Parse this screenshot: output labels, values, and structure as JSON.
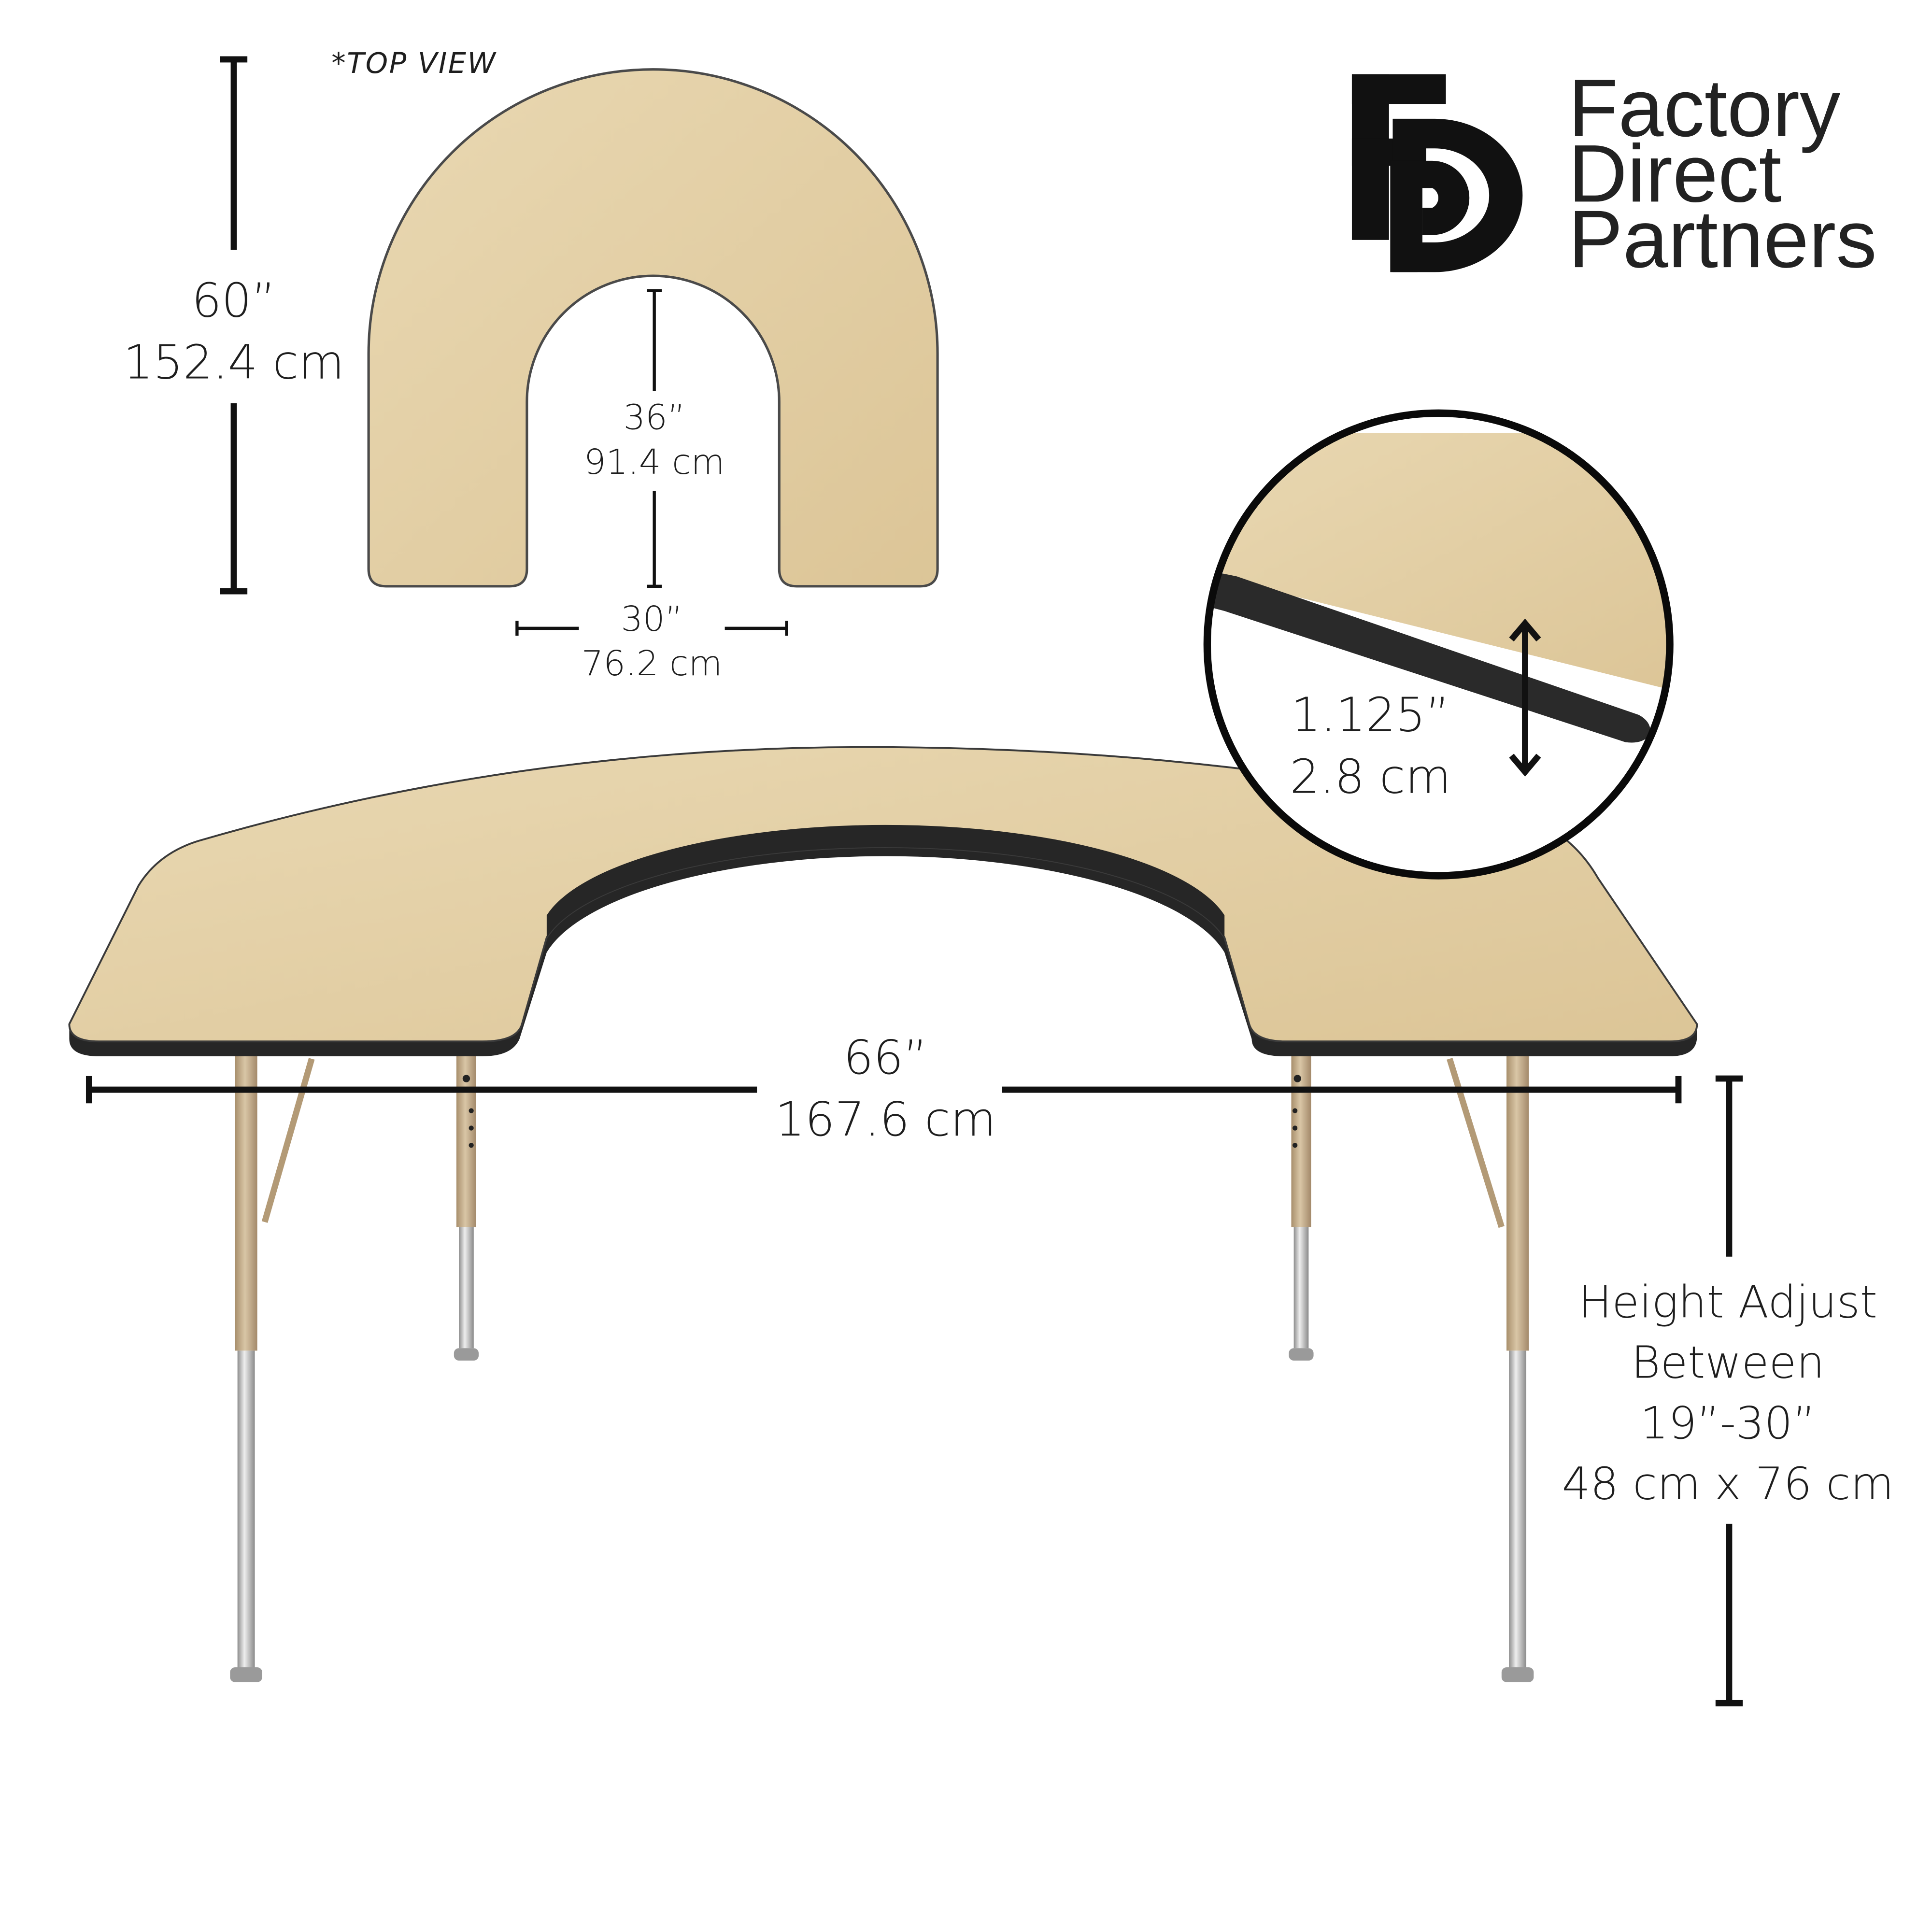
{
  "top_view": {
    "caption": "*TOP VIEW",
    "depth_in": "60”",
    "depth_cm": "152.4 cm",
    "inner_depth_in": "36”",
    "inner_depth_cm": "91.4 cm",
    "opening_in": "30”",
    "opening_cm": "76.2 cm"
  },
  "brand": {
    "line1": "Factory",
    "line2": "Direct",
    "line3": "Partners"
  },
  "edge_detail": {
    "thickness_in": "1.125”",
    "thickness_cm": "2.8 cm"
  },
  "table": {
    "width_in": "66”",
    "width_cm": "167.6 cm"
  },
  "height": {
    "line1": "Height Adjust",
    "line2": "Between",
    "line3": "19”-30”",
    "line4": "48 cm x 76 cm"
  },
  "colors": {
    "wood": "#e4d0a6",
    "edge": "#2b2b2b",
    "leg": "#c2aa88",
    "chrome": "#b9b9b9"
  }
}
